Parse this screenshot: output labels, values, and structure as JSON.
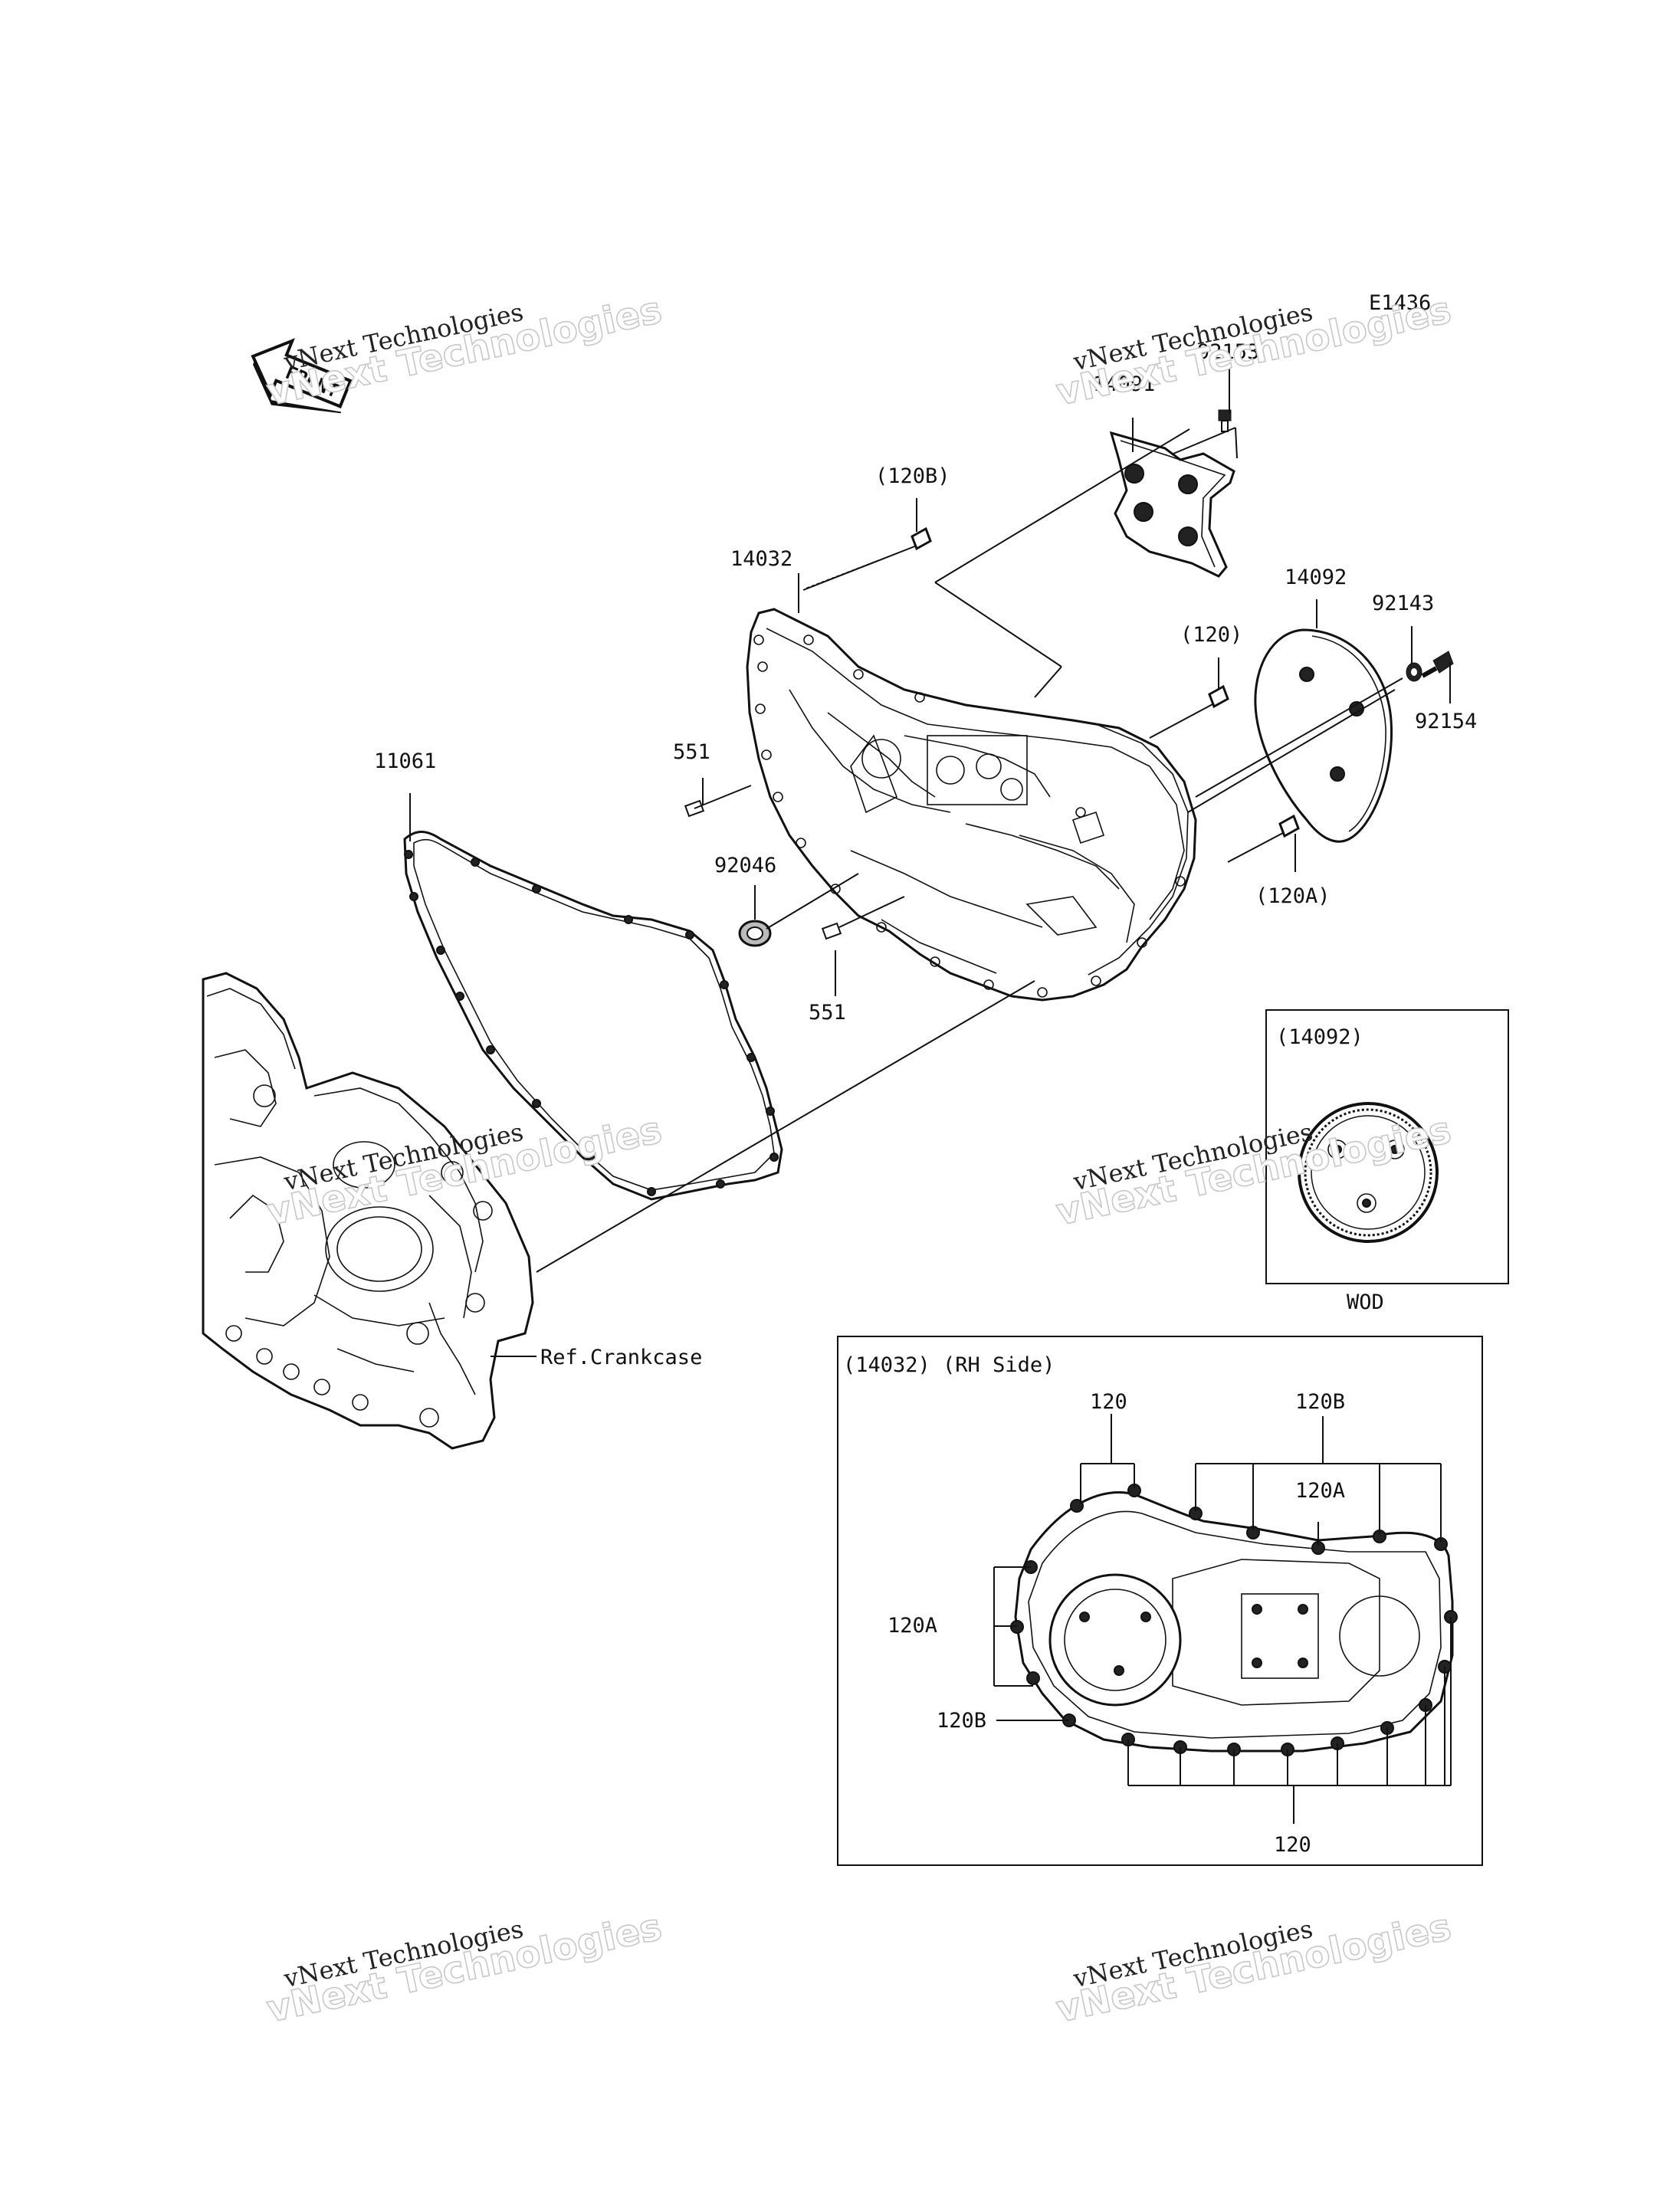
{
  "diagram_id": "E1436",
  "front_label": "FRONT",
  "watermark": {
    "line1": "vNext Technologies",
    "line2": "vNext Technologies"
  },
  "callouts": {
    "p92153": "92153",
    "p14091": "14091",
    "p120B": "(120B)",
    "p14032": "14032",
    "p14092": "14092",
    "p92143": "92143",
    "p120": "(120)",
    "p92154": "92154",
    "p11061": "11061",
    "p551_top": "551",
    "p92046": "92046",
    "p551_bottom": "551",
    "p120A": "(120A)",
    "ref_crankcase": "Ref.Crankcase"
  },
  "inset_wod": {
    "title": "(14092)",
    "caption": "WOD"
  },
  "inset_rh": {
    "title": "(14032)  (RH Side)",
    "lbl_120_top": "120",
    "lbl_120B_top": "120B",
    "lbl_120A_top": "120A",
    "lbl_120A_left": "120A",
    "lbl_120B_left": "120B",
    "lbl_120_bottom": "120"
  }
}
